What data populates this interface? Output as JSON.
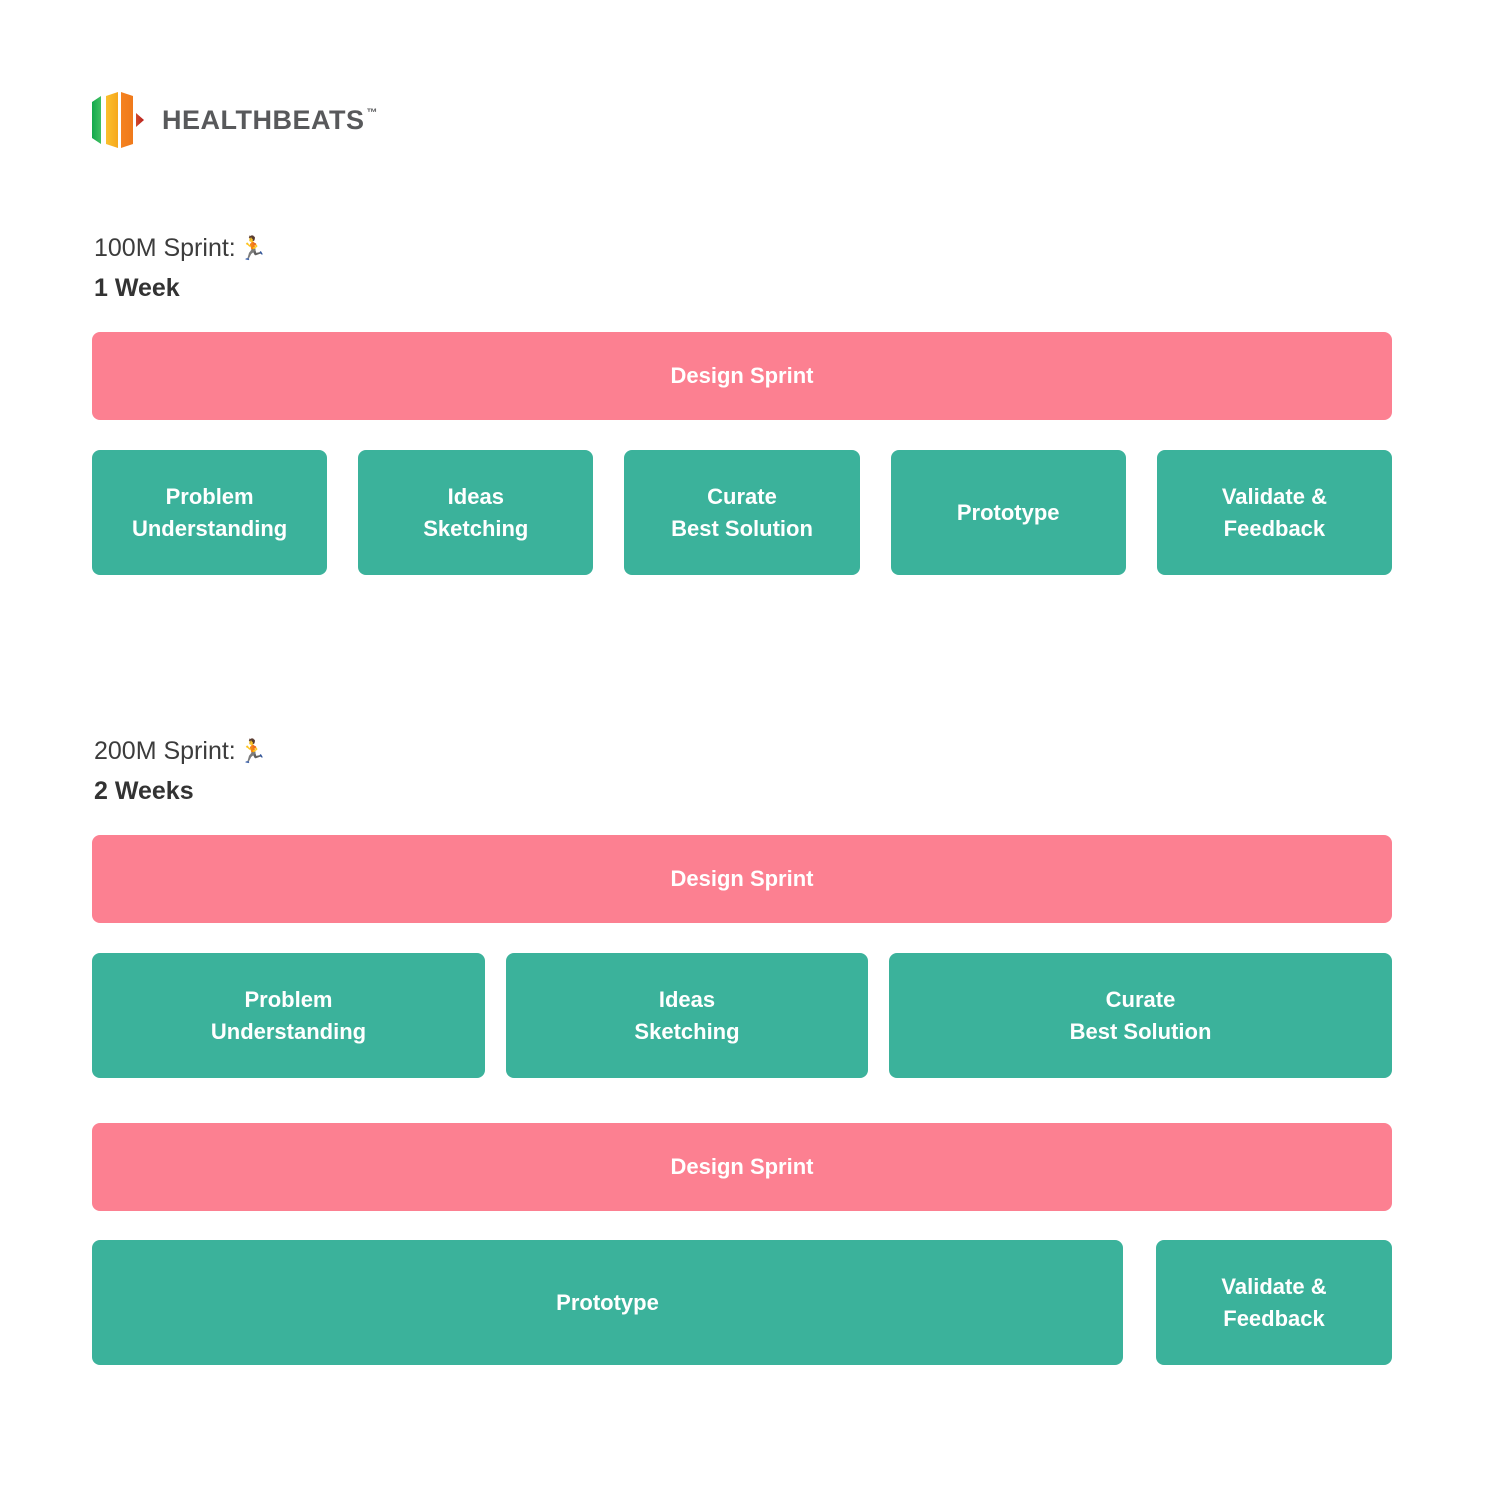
{
  "brand": {
    "name": "HEALTHBEATS",
    "trademark": "™",
    "logo_icon": "healthbeats-bars-logo",
    "wordmark_color": "#58595B",
    "bar_colors": [
      "#1DA84E",
      "#F4B223",
      "#F18A21",
      "#C92B22"
    ]
  },
  "colors": {
    "pink": "#FC8091",
    "teal": "#3BB29B",
    "heading_text": "#3C3C3C",
    "box_text": "#FFFFFF",
    "background": "#FFFFFF"
  },
  "sections": [
    {
      "id": "sprint-100m",
      "title": "100M Sprint:",
      "emoji": "🏃",
      "duration": "1 Week",
      "rows": [
        {
          "type": "phase-bar",
          "items": [
            {
              "label": "Design Sprint",
              "color": "pink",
              "flex": 1300
            }
          ]
        },
        {
          "type": "stage-boxes",
          "items": [
            {
              "label": "Problem\nUnderstanding",
              "color": "teal",
              "flex": 236
            },
            {
              "label": "Ideas\nSketching",
              "color": "teal",
              "flex": 236
            },
            {
              "label": "Curate\nBest Solution",
              "color": "teal",
              "flex": 236
            },
            {
              "label": "Prototype",
              "color": "teal",
              "flex": 236
            },
            {
              "label": "Validate &\nFeedback",
              "color": "teal",
              "flex": 236
            }
          ]
        }
      ]
    },
    {
      "id": "sprint-200m",
      "title": "200M Sprint:",
      "emoji": "🏃",
      "duration": "2 Weeks",
      "rows": [
        {
          "type": "phase-bar",
          "items": [
            {
              "label": "Design Sprint",
              "color": "pink",
              "flex": 1300
            }
          ]
        },
        {
          "type": "stage-boxes",
          "items": [
            {
              "label": "Problem\nUnderstanding",
              "color": "teal",
              "flex": 393
            },
            {
              "label": "Ideas\nSketching",
              "color": "teal",
              "flex": 362
            },
            {
              "label": "Curate\nBest Solution",
              "color": "teal",
              "flex": 503
            }
          ]
        },
        {
          "type": "phase-bar",
          "items": [
            {
              "label": "Design Sprint",
              "color": "pink",
              "flex": 1300
            }
          ]
        },
        {
          "type": "stage-boxes",
          "items": [
            {
              "label": "Prototype",
              "color": "teal",
              "flex": 1031
            },
            {
              "label": "Validate &\nFeedback",
              "color": "teal",
              "flex": 236
            }
          ]
        }
      ]
    }
  ]
}
